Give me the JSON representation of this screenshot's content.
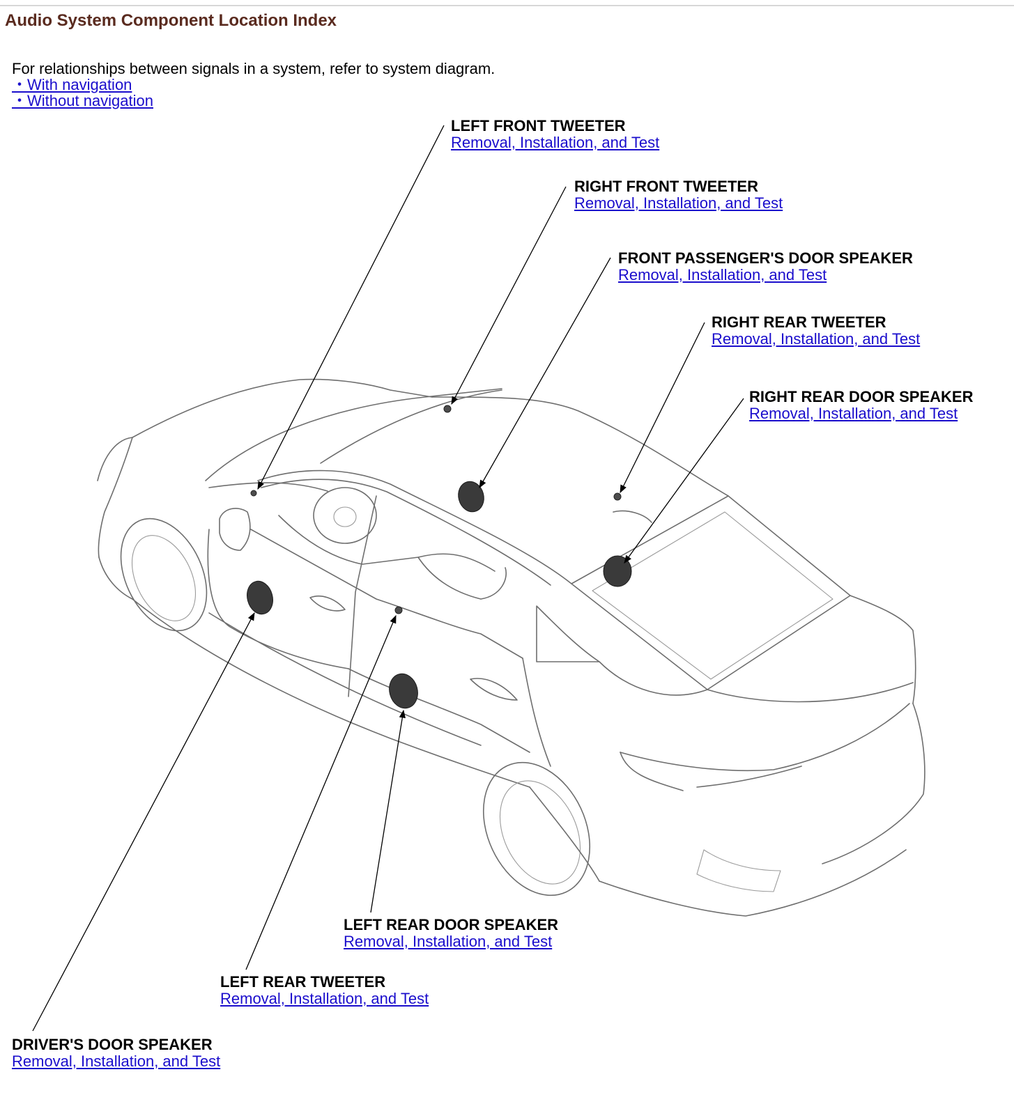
{
  "page": {
    "title": "Audio System Component Location Index",
    "intro": "For relationships between signals in a system, refer to system diagram.",
    "links": [
      {
        "label": "・With navigation"
      },
      {
        "label": "・Without navigation"
      }
    ]
  },
  "link_color": "#1a0dcc",
  "title_color": "#5a2b1f",
  "components": [
    {
      "name": "LEFT FRONT TWEETER",
      "link": "Removal, Installation, and Test"
    },
    {
      "name": "RIGHT FRONT TWEETER",
      "link": "Removal, Installation, and Test"
    },
    {
      "name": "FRONT PASSENGER'S DOOR SPEAKER",
      "link": "Removal, Installation, and Test"
    },
    {
      "name": "RIGHT REAR TWEETER",
      "link": "Removal, Installation, and Test"
    },
    {
      "name": "RIGHT REAR DOOR SPEAKER",
      "link": "Removal, Installation, and Test"
    },
    {
      "name": "LEFT REAR DOOR SPEAKER",
      "link": "Removal, Installation, and Test"
    },
    {
      "name": "LEFT REAR TWEETER",
      "link": "Removal, Installation, and Test"
    },
    {
      "name": "DRIVER'S DOOR SPEAKER",
      "link": "Removal, Installation, and Test"
    }
  ]
}
